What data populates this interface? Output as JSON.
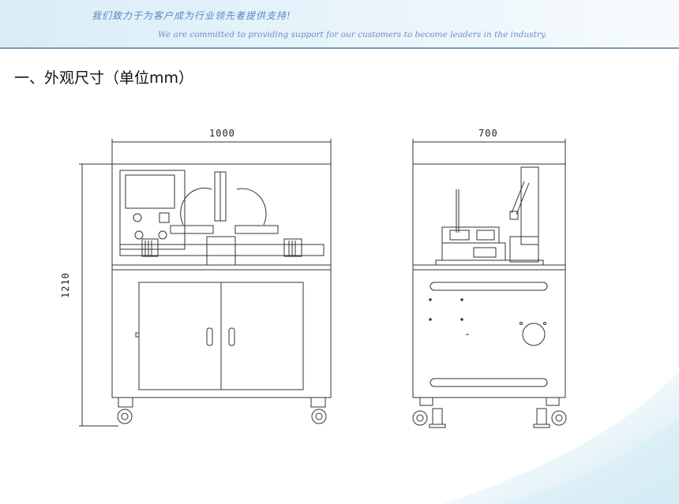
{
  "header": {
    "slogan_cn": "我们致力于为客户成为行业领先者提供支持!",
    "slogan_en": "We are committed to providing support for our customers to become leaders in the industry."
  },
  "section": {
    "title": "一、外观尺寸（单位mm）"
  },
  "drawing": {
    "front_width_label": "1000",
    "side_width_label": "700",
    "height_label": "1210"
  },
  "colors": {
    "banner_start": "#d9edf7",
    "accent_line": "#7a9cb8",
    "slogan_text": "#5b86c4",
    "swoosh": "#cfe6f2"
  }
}
